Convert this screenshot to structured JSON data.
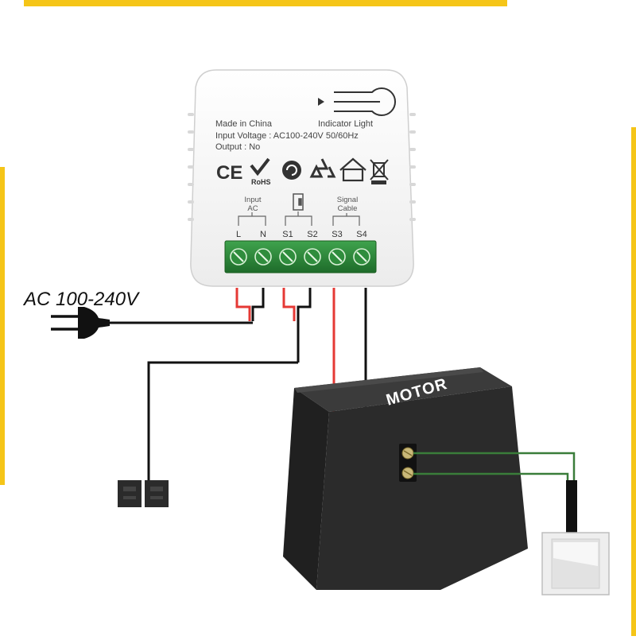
{
  "supply_label": "AC 100-240V",
  "module": {
    "made_in": "Made in China",
    "indicator": "Indicator Light",
    "input_voltage": "Input Voltage : AC100-240V 50/60Hz",
    "output": "Output :  No",
    "cert_ce": "CE",
    "cert_rohs": "RoHS",
    "group_input": [
      "Input",
      "AC"
    ],
    "group_signal": [
      "Signal",
      "Cable"
    ],
    "terminals": [
      "L",
      "N",
      "S1",
      "S2",
      "S3",
      "S4"
    ]
  },
  "motor": {
    "label": "MOTOR"
  },
  "colors": {
    "accent_yellow": "#f5c518",
    "terminal_green": "#2e8b3a",
    "wire_red": "#e53935",
    "wire_black": "#111111",
    "wire_green": "#3a7d3a",
    "motor_body": "#2b2b2b"
  }
}
